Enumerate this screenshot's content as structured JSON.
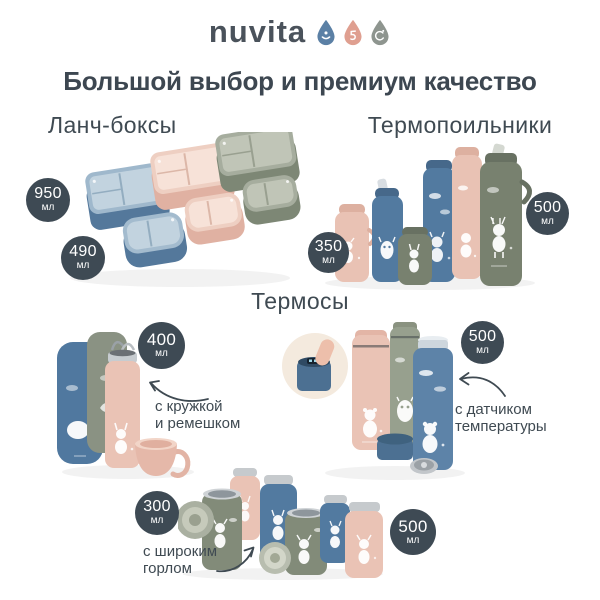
{
  "logo": {
    "brand": "nuvita",
    "drops": [
      "drop-blue",
      "drop-pink",
      "drop-gray"
    ]
  },
  "heading": {
    "text": "Большой выбор и премиум качество"
  },
  "sections": {
    "lunchboxes": {
      "title": "Ланч-боксы",
      "badges": [
        {
          "value": "950",
          "unit": "мл"
        },
        {
          "value": "490",
          "unit": "мл"
        }
      ]
    },
    "sippy_cups": {
      "title": "Термопоильники",
      "badges": [
        {
          "value": "350",
          "unit": "мл"
        },
        {
          "value": "500",
          "unit": "мл"
        }
      ]
    },
    "thermoses": {
      "title": "Термосы",
      "strap_group": {
        "badge": {
          "value": "400",
          "unit": "мл"
        },
        "note": [
          "с кружкой",
          "и ремешком"
        ]
      },
      "sensor_group": {
        "badge": {
          "value": "500",
          "unit": "мл"
        },
        "note": [
          "с датчиком",
          "температуры"
        ]
      },
      "food_group": {
        "badge_small": {
          "value": "300",
          "unit": "мл"
        },
        "badge_large": {
          "value": "500",
          "unit": "мл"
        },
        "note": [
          "с широким",
          "горлом"
        ]
      }
    }
  },
  "colors": {
    "badge_bg": "#3e4a54",
    "heading_text": "#3d4751",
    "body_text": "#3f4a52",
    "product_blue": "#56799c",
    "product_pink": "#e9c2b4",
    "product_olive": "#828b79",
    "logo_drop_blue": "#5b80a5",
    "logo_drop_pink": "#df9f90",
    "logo_drop_gray": "#8e958f"
  }
}
